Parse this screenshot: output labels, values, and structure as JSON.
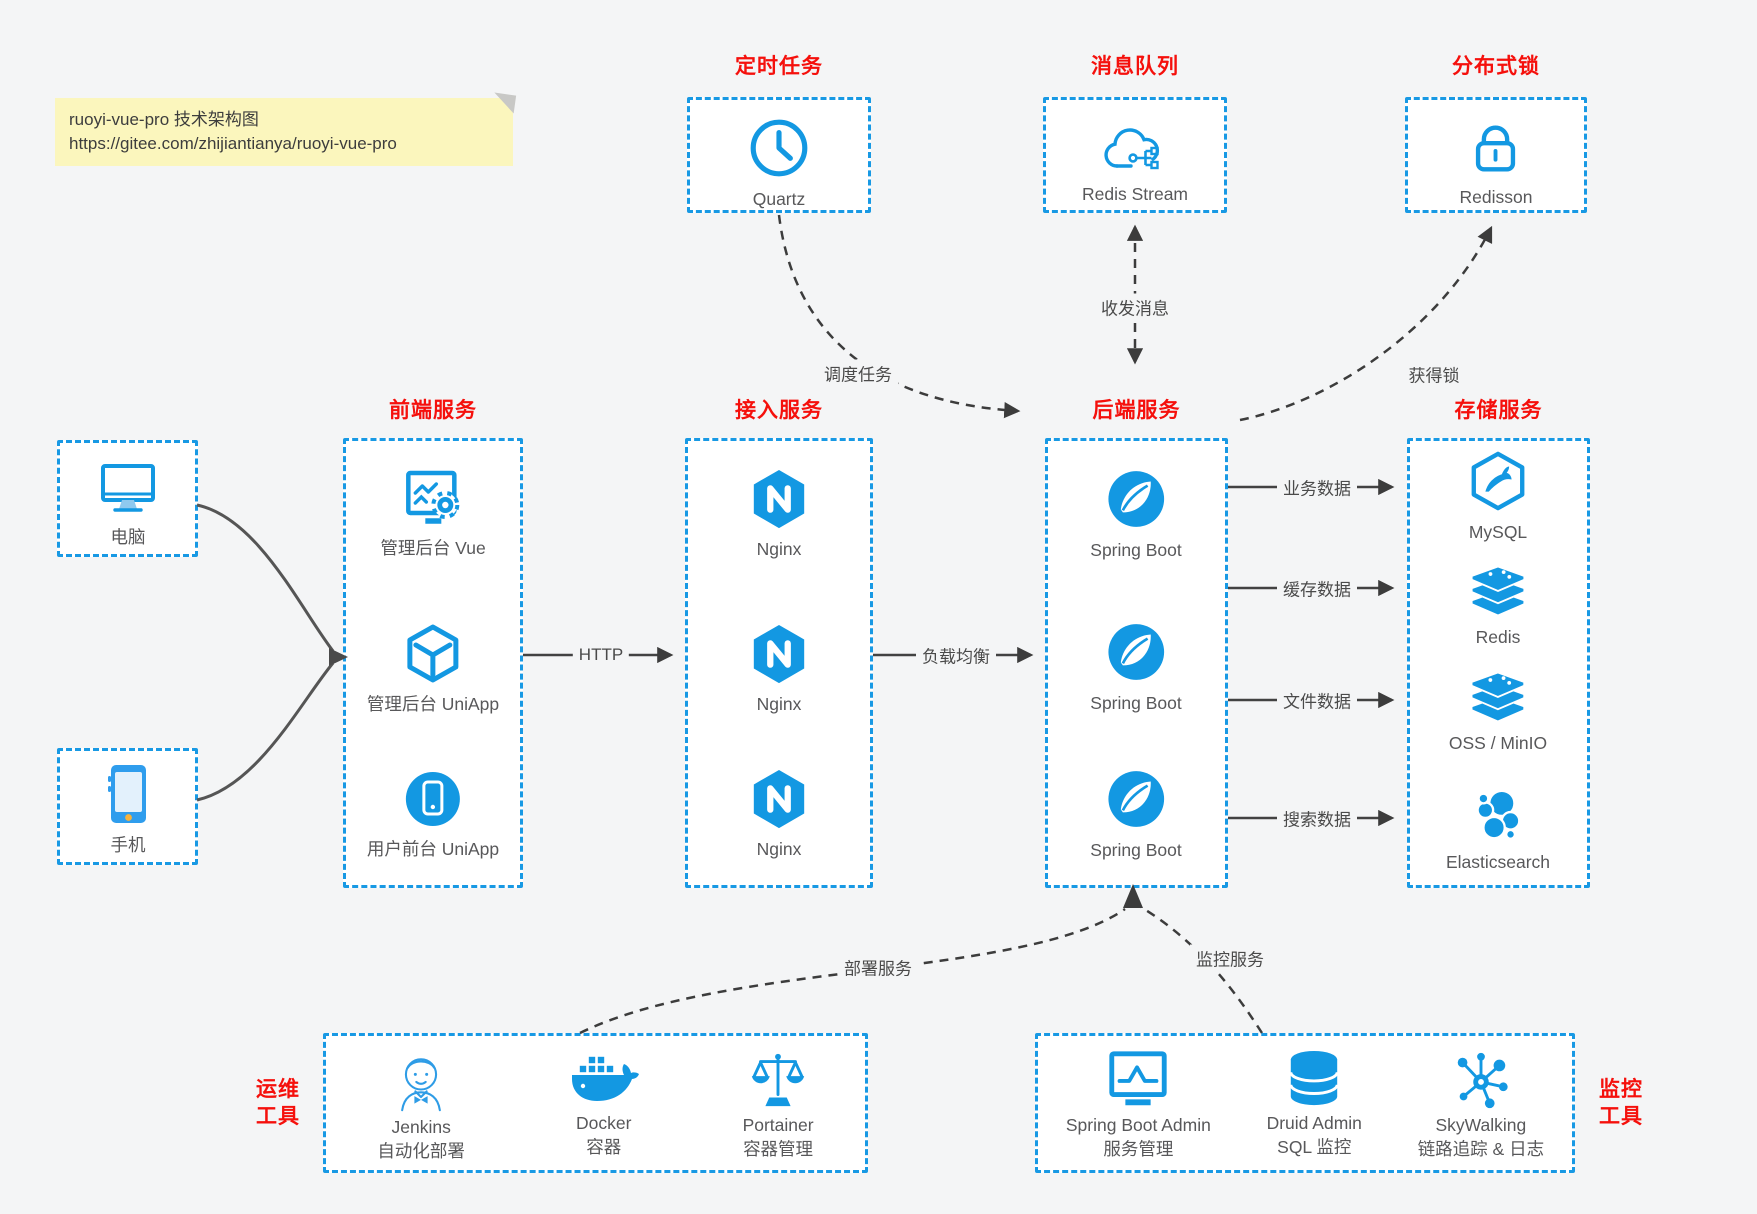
{
  "note": {
    "line1": "ruoyi-vue-pro 技术架构图",
    "line2": "https://gitee.com/zhijiantianya/ruoyi-vue-pro"
  },
  "colors": {
    "accent_blue": "#1398e2",
    "title_red": "#f5100c",
    "line_gray": "#424242",
    "note_yellow": "#fbf6bd"
  },
  "top_services": [
    {
      "title": "定时任务",
      "label": "Quartz",
      "icon": "clock-icon"
    },
    {
      "title": "消息队列",
      "label": "Redis Stream",
      "icon": "cloud-mq-icon"
    },
    {
      "title": "分布式锁",
      "label": "Redisson",
      "icon": "lock-icon"
    }
  ],
  "clients": [
    {
      "label": "电脑",
      "icon": "desktop-icon"
    },
    {
      "label": "手机",
      "icon": "smartphone-icon"
    }
  ],
  "frontend": {
    "title": "前端服务",
    "items": [
      {
        "label": "管理后台 Vue"
      },
      {
        "label": "管理后台 UniApp"
      },
      {
        "label": "用户前台 UniApp"
      }
    ]
  },
  "gateway": {
    "title": "接入服务",
    "items": [
      {
        "label": "Nginx"
      },
      {
        "label": "Nginx"
      },
      {
        "label": "Nginx"
      }
    ]
  },
  "backend": {
    "title": "后端服务",
    "items": [
      {
        "label": "Spring Boot"
      },
      {
        "label": "Spring Boot"
      },
      {
        "label": "Spring Boot"
      }
    ]
  },
  "storage": {
    "title": "存储服务",
    "items": [
      {
        "label": "MySQL"
      },
      {
        "label": "Redis"
      },
      {
        "label": "OSS / MinIO"
      },
      {
        "label": "Elasticsearch"
      }
    ]
  },
  "ops": {
    "title_line1": "运维",
    "title_line2": "工具",
    "items": [
      {
        "name": "Jenkins",
        "desc": "自动化部署"
      },
      {
        "name": "Docker",
        "desc": "容器"
      },
      {
        "name": "Portainer",
        "desc": "容器管理"
      }
    ]
  },
  "monitoring": {
    "title_line1": "监控",
    "title_line2": "工具",
    "items": [
      {
        "name": "Spring Boot Admin",
        "desc": "服务管理"
      },
      {
        "name": "Druid Admin",
        "desc": "SQL 监控"
      },
      {
        "name": "SkyWalking",
        "desc": "链路追踪 & 日志"
      }
    ]
  },
  "connections": {
    "http": "HTTP",
    "load_balance": "负载均衡",
    "schedule_task": "调度任务",
    "send_receive_message": "收发消息",
    "acquire_lock": "获得锁",
    "business_data": "业务数据",
    "cache_data": "缓存数据",
    "file_data": "文件数据",
    "search_data": "搜索数据",
    "deploy_service": "部署服务",
    "monitor_service": "监控服务"
  }
}
